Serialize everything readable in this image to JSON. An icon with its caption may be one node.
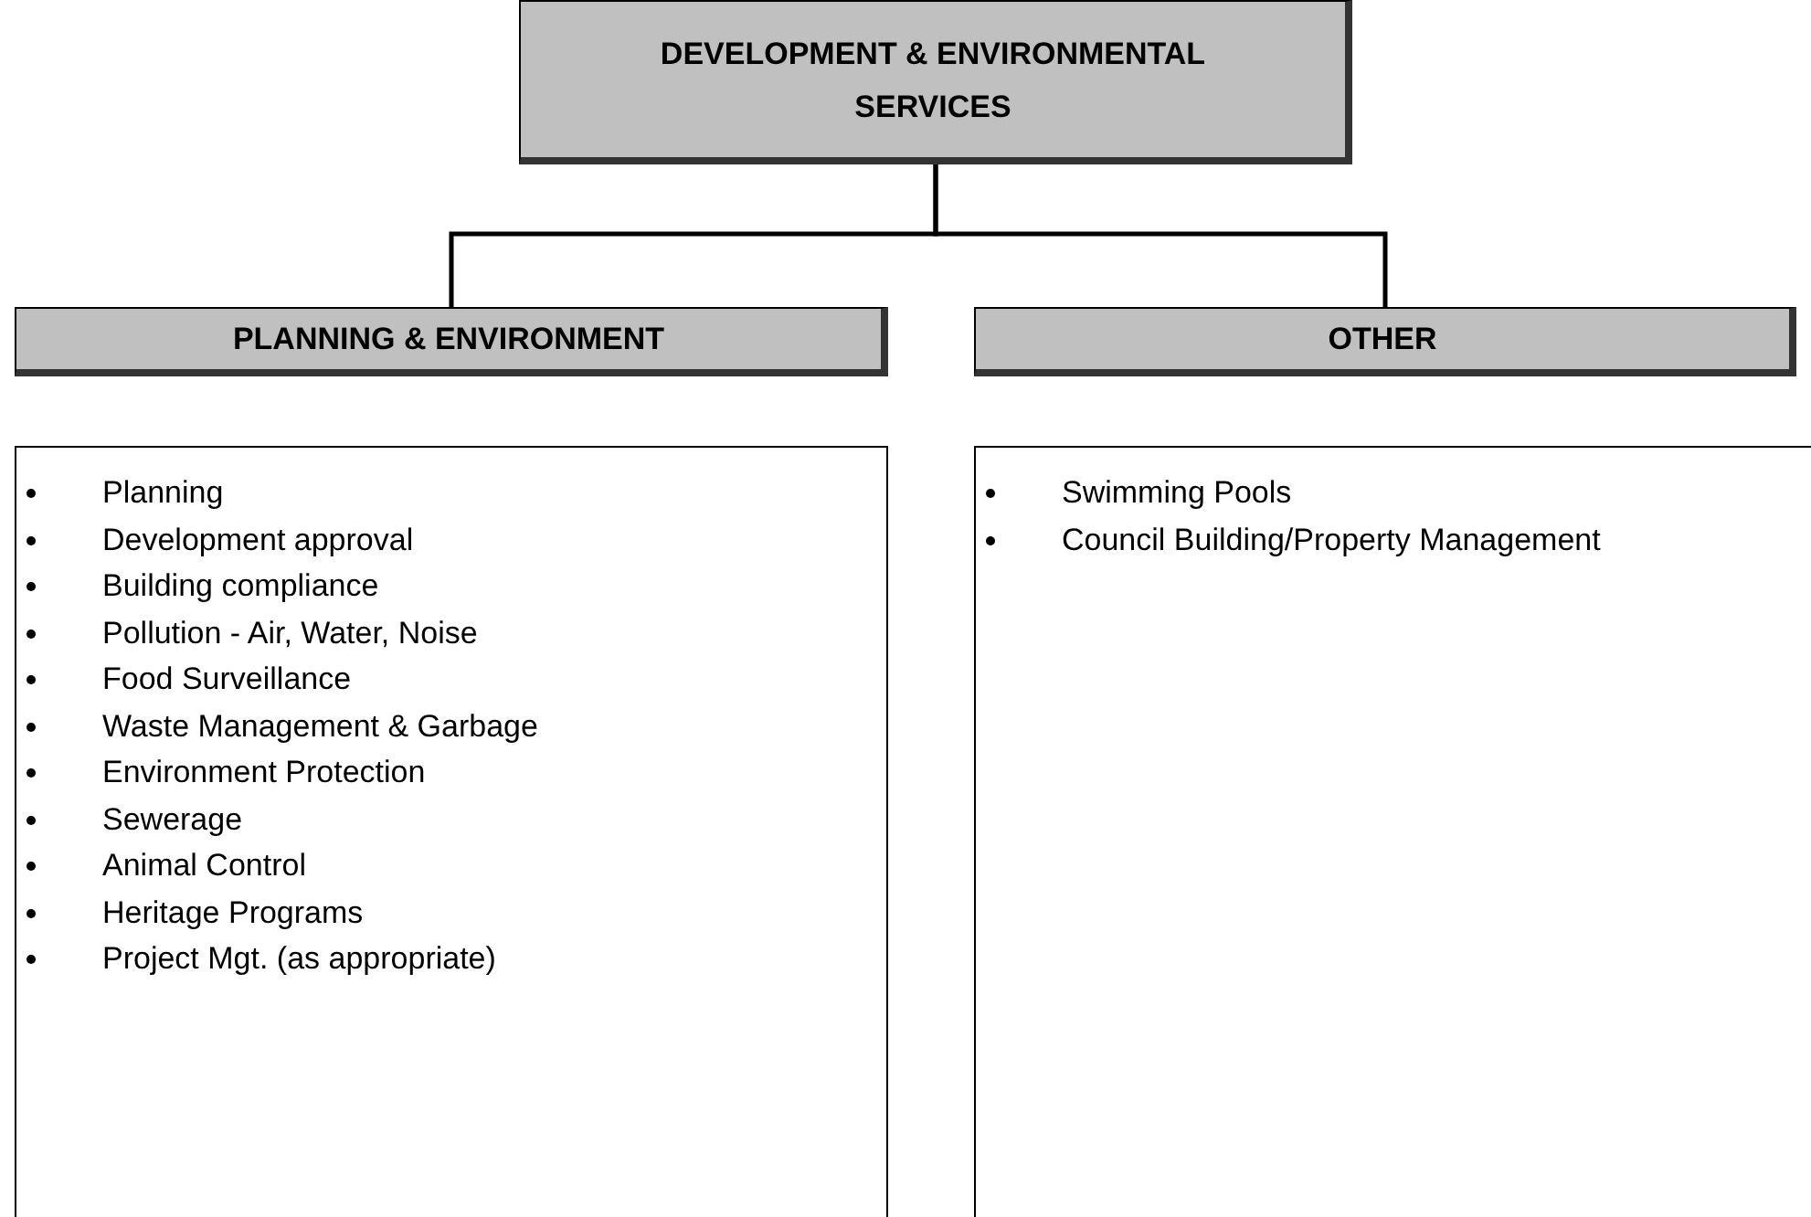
{
  "diagram": {
    "nodes": [
      {
        "text": [
          "DEVELOPMENT & ENVIRONMENTAL SERVICES"
        ]
      },
      {
        "text": [
          "PLANNING & ENVIRONMENT"
        ]
      },
      {
        "text": [
          "OTHER"
        ]
      },
      {
        "text": [
          "Planning",
          "Development approval",
          "Building compliance",
          "Pollution - Air, Water, Noise",
          "Food Surveillance",
          "Waste Management & Garbage",
          "Environment Protection",
          "Sewerage",
          "Animal Control",
          "Heritage Programs",
          "Project Mgt. (as appropriate)"
        ]
      },
      {
        "text": [
          "Swimming Pools",
          "Council Building/Property Management"
        ]
      }
    ],
    "edges": [
      {
        "from": 0,
        "to": 1,
        "arrow": "none"
      },
      {
        "from": 0,
        "to": 2,
        "arrow": "none"
      }
    ]
  }
}
